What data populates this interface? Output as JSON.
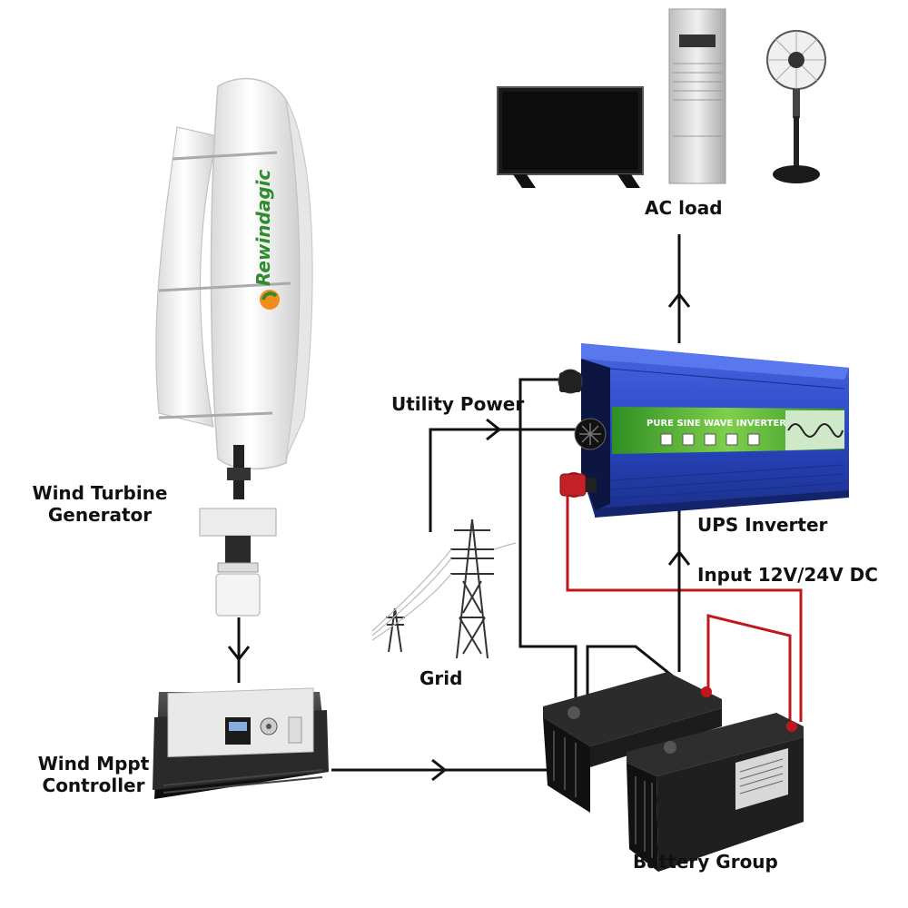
{
  "labels": {
    "wind_turbine_line1": "Wind Turbine",
    "wind_turbine_line2": "Generator",
    "wind_mppt_line1": "Wind Mppt",
    "wind_mppt_line2": "Controller",
    "grid": "Grid",
    "utility_power": "Utility Power",
    "ac_load": "AC load",
    "ups_inverter": "UPS Inverter",
    "input_dc": "Input 12V/24V DC",
    "battery_group": "Battery Group"
  },
  "branding": {
    "turbine_logo": "Rewindagic",
    "inverter_panel": "PURE SINE WAVE INVERTER"
  },
  "colors": {
    "wire_dc_positive": "#c0161d",
    "wire_black": "#111111",
    "inverter_blue": "#2a48c6",
    "inverter_green": "#4caf34",
    "turbine_white": "#f2f2f2",
    "logo_green": "#2e8b2e",
    "logo_orange": "#f28c1b"
  },
  "icons": [
    "wind-turbine-image",
    "mppt-controller-image",
    "power-tower-image",
    "inverter-image",
    "battery-image",
    "tv-image",
    "air-conditioner-image",
    "fan-image"
  ]
}
